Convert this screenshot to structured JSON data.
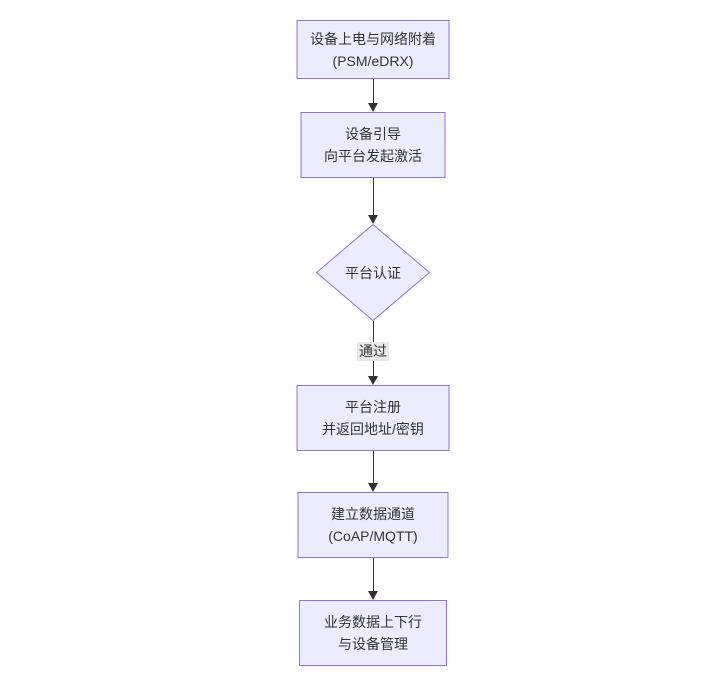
{
  "diagram": {
    "type": "flowchart",
    "direction": "top-down",
    "nodes": [
      {
        "id": "A",
        "shape": "rect",
        "lines": [
          "设备上电与网络附着",
          "(PSM/eDRX)"
        ]
      },
      {
        "id": "B",
        "shape": "rect",
        "lines": [
          "设备引导",
          "向平台发起激活"
        ]
      },
      {
        "id": "C",
        "shape": "diamond",
        "lines": [
          "平台认证"
        ]
      },
      {
        "id": "D",
        "shape": "rect",
        "lines": [
          "平台注册",
          "并返回地址/密钥"
        ]
      },
      {
        "id": "E",
        "shape": "rect",
        "lines": [
          "建立数据通道",
          "(CoAP/MQTT)"
        ]
      },
      {
        "id": "F",
        "shape": "rect",
        "lines": [
          "业务数据上下行",
          "与设备管理"
        ]
      }
    ],
    "edges": [
      {
        "from": "A",
        "to": "B",
        "label": ""
      },
      {
        "from": "B",
        "to": "C",
        "label": ""
      },
      {
        "from": "C",
        "to": "D",
        "label": "通过"
      },
      {
        "from": "D",
        "to": "E",
        "label": ""
      },
      {
        "from": "E",
        "to": "F",
        "label": ""
      }
    ],
    "colors": {
      "node_fill": "#ECECFF",
      "node_border": "#9370DB",
      "text": "#333333",
      "edge_line": "#333333",
      "edge_label_bg": "#E8E8E8",
      "background": "#FFFFFF"
    }
  }
}
